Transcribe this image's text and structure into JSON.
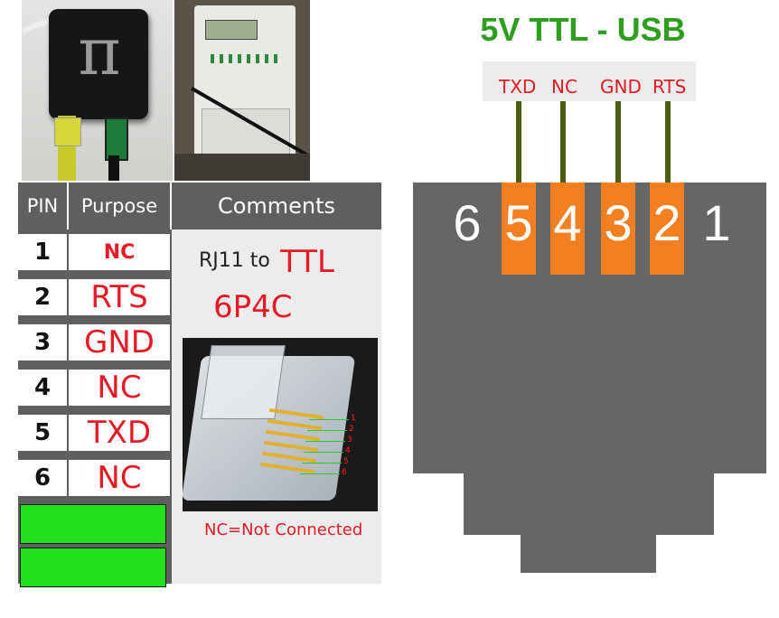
{
  "title": "5V TTL - USB",
  "colors": {
    "title_green": "#2e9e1f",
    "label_red": "#e51a24",
    "pin_orange": "#f37f20",
    "jack_gray": "#666666",
    "header_gray": "#5f5f5f",
    "wire_olive": "#4b5e12",
    "spare_green": "#22e01c"
  },
  "table": {
    "headers": {
      "pin": "PIN",
      "purpose": "Purpose",
      "comments": "Comments"
    },
    "rows": [
      {
        "pin": "1",
        "purpose": "NC"
      },
      {
        "pin": "2",
        "purpose": "RTS"
      },
      {
        "pin": "3",
        "purpose": "GND"
      },
      {
        "pin": "4",
        "purpose": "NC"
      },
      {
        "pin": "5",
        "purpose": "TXD"
      },
      {
        "pin": "6",
        "purpose": "NC"
      }
    ],
    "comments": {
      "rj11_to": "RJ11 to",
      "ttl": "TTL",
      "connector": "6P4C",
      "nc_note": "NC=Not Connected"
    }
  },
  "plug_pin_labels": [
    "1",
    "2",
    "3",
    "4",
    "5",
    "6"
  ],
  "jack": {
    "top_labels": [
      "TXD",
      "NC",
      "GND",
      "RTS"
    ],
    "pin_numbers": [
      "6",
      "5",
      "4",
      "3",
      "2",
      "1"
    ]
  },
  "photos": {
    "pi_box_symbol": "π",
    "icons": [
      "raspberry-pi-box-photo",
      "electricity-meter-photo",
      "rj11-plug-photo"
    ]
  }
}
